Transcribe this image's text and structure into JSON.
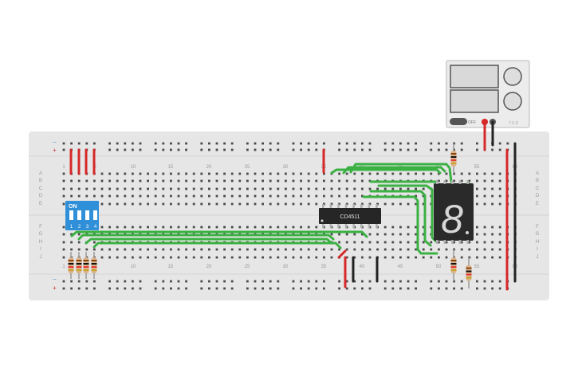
{
  "breadboard": {
    "column_numbers": [
      "1",
      "5",
      "10",
      "15",
      "20",
      "25",
      "30",
      "35",
      "40",
      "45",
      "50",
      "55",
      "60"
    ],
    "row_letters_top": [
      "A",
      "B",
      "C",
      "D",
      "E"
    ],
    "row_letters_bottom": [
      "F",
      "G",
      "H",
      "I",
      "J"
    ],
    "rail_signs": [
      "−",
      "+"
    ]
  },
  "dip_switch": {
    "on_label": "ON",
    "numbers": [
      "1",
      "2",
      "3",
      "4"
    ]
  },
  "ic": {
    "label": "CD4511"
  },
  "seven_segment": {
    "digit": "8",
    "color": "#e0e0e0"
  },
  "power_supply": {
    "off_label": "OFF",
    "corner_label": "T.S.D"
  },
  "colors": {
    "wire_green": "#3bb143",
    "wire_red": "#d62828",
    "wire_black": "#222222",
    "dip_blue": "#2f8fd8",
    "board": "#e6e6e6"
  }
}
